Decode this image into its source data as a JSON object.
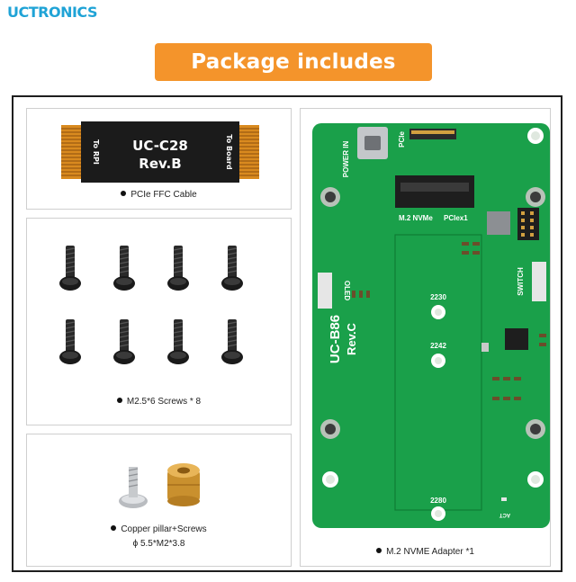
{
  "brand": "UCTRONICS",
  "banner": "Package includes",
  "cable": {
    "label_main": "UC-C28",
    "label_rev": "Rev.B",
    "left_end": "To RPI",
    "right_end": "To Board",
    "caption": "PCIe FFC Cable"
  },
  "screws": {
    "caption": "M2.5*6 Screws * 8"
  },
  "pillar": {
    "caption": "Copper pillar+Screws",
    "spec": "ϕ 5.5*M2*3.8"
  },
  "board": {
    "caption": "M.2 NVME Adapter *1",
    "name": "UC-B86",
    "rev": "Rev.C",
    "power_in": "POWER IN",
    "pcie": "PCIe",
    "m2_nvme": "M.2 NVMe",
    "pciex1": "PCIex1",
    "oled": "OLED",
    "switch": "SWITCH",
    "size_2230": "2230",
    "size_2242": "2242",
    "size_2280": "2280",
    "act": "ACT"
  },
  "colors": {
    "brand": "#1fa3d6",
    "banner": "#f4942b",
    "pcb": "#1aa04a",
    "ffc_gold": "#d98a1f"
  }
}
